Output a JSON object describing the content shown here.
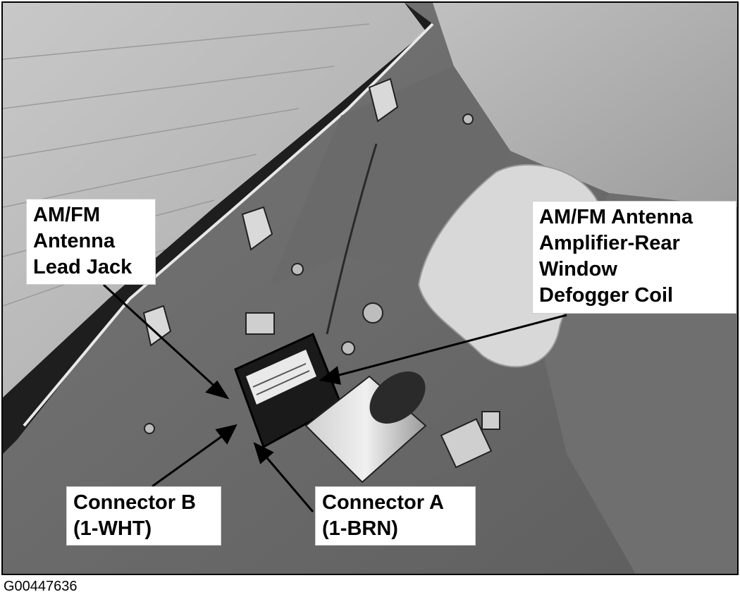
{
  "callouts": {
    "lead_jack": [
      "AM/FM",
      "Antenna",
      "Lead Jack"
    ],
    "amplifier": [
      "AM/FM Antenna",
      "Amplifier-Rear",
      "Window",
      "Defogger Coil"
    ],
    "connector_b": [
      "Connector B",
      "(1-WHT)"
    ],
    "connector_a": [
      "Connector A",
      "(1-BRN)"
    ]
  },
  "figure_id": "G00447636"
}
